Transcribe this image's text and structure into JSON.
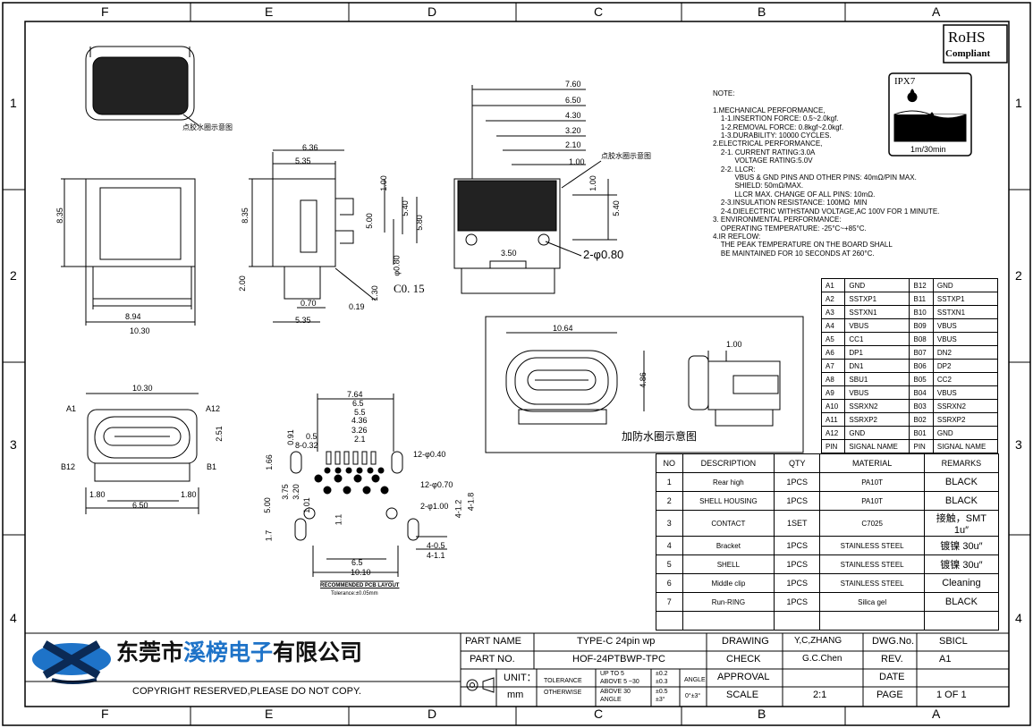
{
  "zone_letters": [
    "F",
    "E",
    "D",
    "C",
    "B",
    "A"
  ],
  "zone_numbers": [
    "1",
    "2",
    "3",
    "4"
  ],
  "rohs": {
    "line1": "RoHS",
    "line2": "Compliant"
  },
  "ipx": {
    "label": "IPX7",
    "depth": "1m/30min"
  },
  "glue_note": "点胶水圈示意图",
  "glue_note_right": "点胶水圈示意图",
  "waterproof_note": "加防水圈示意图",
  "dims": {
    "top_636": "6.36",
    "top_535": "5.35",
    "left_835": "8.35",
    "side_835": "8.35",
    "w_894": "8.94",
    "w_1030": "10.30",
    "s_100": "1.00",
    "s_540": "5.40",
    "s_500": "5.00",
    "s_580": "5.80",
    "s_ph080": "φ0.80",
    "s_130": "1.30",
    "s_200": "2.00",
    "s_070": "0.70",
    "s_019": "0.19",
    "s_535b": "5.35",
    "chamfer": "C0. 15",
    "r_760": "7.60",
    "r_650": "6.50",
    "r_430": "4.30",
    "r_320": "3.20",
    "r_210": "2.10",
    "r_100": "1.00",
    "r_100v": "1.00",
    "r_540": "5.40",
    "r_350": "3.50",
    "r_holes": "2-φ0.80",
    "f_1030": "10.30",
    "f_251": "2.51",
    "f_180a": "1.80",
    "f_180b": "1.80",
    "f_650": "6.50",
    "pin_a1": "A1",
    "pin_a12": "A12",
    "pin_b12": "B12",
    "pin_b1": "B1",
    "w_1064": "10.64",
    "w_486": "4.86",
    "w_100": "1.00",
    "p_764": "7.64",
    "p_65": "6.5",
    "p_55": "5.5",
    "p_436": "4.36",
    "p_326": "3.26",
    "p_21": "2.1",
    "p_05": "0.5",
    "p_832": "8-0.32",
    "p_091": "0.91",
    "p_166": "1.66",
    "p_12_040": "12-φ0.40",
    "p_12_070": "12-φ0.70",
    "p_2_100": "2-φ1.00",
    "p_375": "3.75",
    "p_320": "3.20",
    "p_500": "5.00",
    "p_101": "1.01",
    "p_11": "1.1",
    "p_17": "1.7",
    "p_41_2": "4-1.2",
    "p_41_8": "4-1.8",
    "p_4_05": "4-0.5",
    "p_4_11": "4-1.1",
    "p_65b": "6.5",
    "p_1010": "10.10",
    "pcb_title": "RECOMMENDED PCB LAYOUT",
    "pcb_tol": "Tolerance:±0.05mm"
  },
  "notes": "NOTE:\n\n1.MECHANICAL PERFORMANCE,\n    1-1.INSERTION FORCE: 0.5~2.0kgf.\n    1-2.REMOVAL FORCE: 0.8kgf~2.0kgf.\n    1-3.DURABILITY: 10000 CYCLES.\n2.ELECTRICAL PERFORMANCE,\n    2-1. CURRENT RATING:3.0A\n           VOLTAGE RATING:5.0V\n    2-2. LLCR:\n           VBUS & GND PINS AND OTHER PINS: 40mΩ/PIN MAX.\n           SHIELD: 50mΩ/MAX.\n           LLCR MAX. CHANGE OF ALL PINS: 10mΩ.\n    2-3.INSULATION RESISTANCE: 100MΩ  MIN\n    2-4.DIELECTRIC WITHSTAND VOLTAGE,AC 100V FOR 1 MINUTE.\n3. ENVIRONMENTAL PERFORMANCE:\n    OPERATING TEMPERATURE: -25°C~+85°C.\n4.IR REFLOW:\n    THE PEAK TEMPERATURE ON THE BOARD SHALL\n    BE MAINTAINED FOR 10 SECONDS AT 260°C.",
  "pin_table": {
    "rows": [
      [
        "A1",
        "GND",
        "B12",
        "GND"
      ],
      [
        "A2",
        "SSTXP1",
        "B11",
        "SSTXP1"
      ],
      [
        "A3",
        "SSTXN1",
        "B10",
        "SSTXN1"
      ],
      [
        "A4",
        "VBUS",
        "B09",
        "VBUS"
      ],
      [
        "A5",
        "CC1",
        "B08",
        "VBUS"
      ],
      [
        "A6",
        "DP1",
        "B07",
        "DN2"
      ],
      [
        "A7",
        "DN1",
        "B06",
        "DP2"
      ],
      [
        "A8",
        "SBU1",
        "B05",
        "CC2"
      ],
      [
        "A9",
        "VBUS",
        "B04",
        "VBUS"
      ],
      [
        "A10",
        "SSRXN2",
        "B03",
        "SSRXN2"
      ],
      [
        "A11",
        "SSRXP2",
        "B02",
        "SSRXP2"
      ],
      [
        "A12",
        "GND",
        "B01",
        "GND"
      ]
    ],
    "footer": [
      "PIN",
      "SIGNAL NAME",
      "PIN",
      "SIGNAL NAME"
    ]
  },
  "bom": {
    "headers": [
      "NO",
      "DESCRIPTION",
      "QTY",
      "MATERIAL",
      "REMARKS"
    ],
    "rows": [
      [
        "1",
        "Rear high",
        "1PCS",
        "PA10T",
        "BLACK"
      ],
      [
        "2",
        "SHELL HOUSING",
        "1PCS",
        "PA10T",
        "BLACK"
      ],
      [
        "3",
        "CONTACT",
        "1SET",
        "C7025",
        "接触，SMT 1u″"
      ],
      [
        "4",
        "Bracket",
        "1PCS",
        "STAINLESS STEEL",
        "镀镍 30u″"
      ],
      [
        "5",
        "SHELL",
        "1PCS",
        "STAINLESS STEEL",
        "镀镍 30u″"
      ],
      [
        "6",
        "Middle clip",
        "1PCS",
        "STAINLESS STEEL",
        "Cleaning"
      ],
      [
        "7",
        "Run-RING",
        "1PCS",
        "Silica gel",
        "BLACK"
      ]
    ]
  },
  "title_block": {
    "company": "东莞市溪榜电子有限公司",
    "company_a": "东莞市",
    "company_b": "溪榜电子",
    "company_c": "有限公司",
    "copyright": "COPYRIGHT RESERVED,PLEASE DO NOT COPY.",
    "part_name_label": "PART NAME",
    "part_name": "TYPE-C 24pin wp",
    "part_no_label": "PART NO.",
    "part_no": "HOF-24PTBWP-TPC",
    "unit_label": "UNIT：",
    "unit": "mm",
    "tol_label1": "TOLERANCE",
    "tol_label2": "OTHERWISE",
    "tol_r1": "UP TO 5",
    "tol_r2": "ABOVE 5 ~30",
    "tol_r3": "ABOVE 30",
    "tol_v1": "±0.2",
    "tol_v2": "±0.3",
    "tol_v3": "±0.5",
    "angle_label": "ANGLE",
    "angle_l": "ANGLE",
    "angle_v": "±3°",
    "angle_val": "0°±3°",
    "drawing_label": "DRAWING",
    "drawing": "Y,C,ZHANG",
    "check_label": "CHECK",
    "check": "G.C.Chen",
    "approval_label": "APPROVAL",
    "scale_label": "SCALE",
    "scale": "2:1",
    "dwg_label": "DWG.No.",
    "dwg": "SBICL",
    "rev_label": "REV.",
    "rev": "A1",
    "date_label": "DATE",
    "page_label": "PAGE",
    "page": "1 OF 1"
  },
  "colors": {
    "brand_blue": "#1e73c8",
    "brand_dark": "#0b2a55"
  }
}
